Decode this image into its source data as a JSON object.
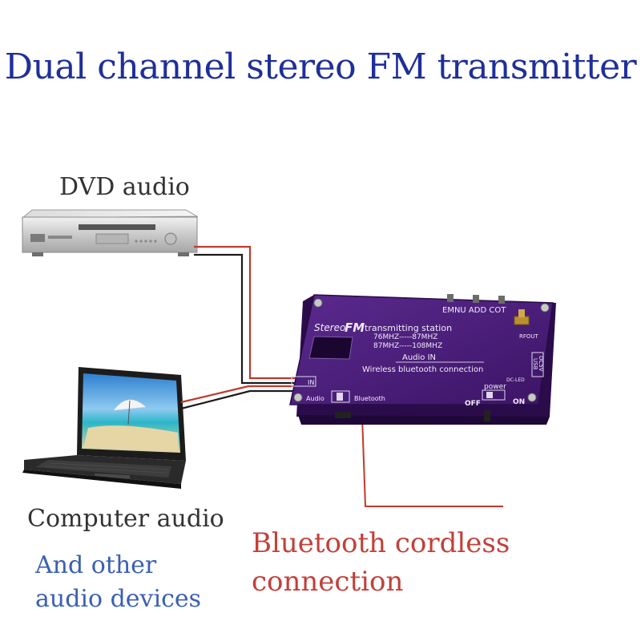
{
  "title": "Dual channel stereo FM transmitter",
  "labels": {
    "dvd": "DVD audio",
    "computer": "Computer audio",
    "other_line1": "And other",
    "other_line2": "audio devices",
    "bluetooth_line1": "Bluetooth cordless",
    "bluetooth_line2": "connection"
  },
  "device": {
    "buttons": "EMNU  ADD  COT",
    "brand_pre": "Stereo",
    "brand_fm": "FM",
    "brand_post": "transmitting station",
    "range1": "76MHZ-----87MHZ",
    "range2": "87MHZ-----108MHZ",
    "audio_in": "Audio  IN",
    "wireless": "Wireless bluetooth connection",
    "in_port": "IN",
    "audio": "Audio",
    "bluetooth": "Bluetooth",
    "power": "power",
    "off": "OFF",
    "on": "ON",
    "rfout": "RFOUT",
    "dc_led": "DC-LED",
    "dc5v": "DC5V",
    "usb": "USB"
  },
  "colors": {
    "title": "#1f2f9a",
    "label": "#333333",
    "blue_label": "#3a5fb4",
    "red_label": "#c2403a",
    "board": "#4a1c7a",
    "wire_red": "#c0392b",
    "wire_black": "#1a1a1a"
  }
}
